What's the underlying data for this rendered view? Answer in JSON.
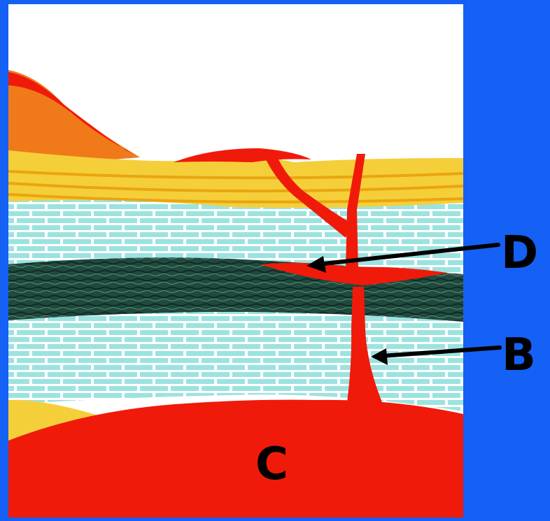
{
  "labels": {
    "d": "D",
    "b": "B",
    "c": "C"
  },
  "colors": {
    "background": "#1560f5",
    "sky": "#ffffff",
    "magma": "#f01a0a",
    "sandstone": "#f5cf3a",
    "limestone": "#9ce3e0",
    "shale": "#1f4a3f",
    "volcano": "#f07a1a"
  },
  "icons": {
    "arrow_d": "arrow-left-icon",
    "arrow_b": "arrow-left-icon"
  }
}
